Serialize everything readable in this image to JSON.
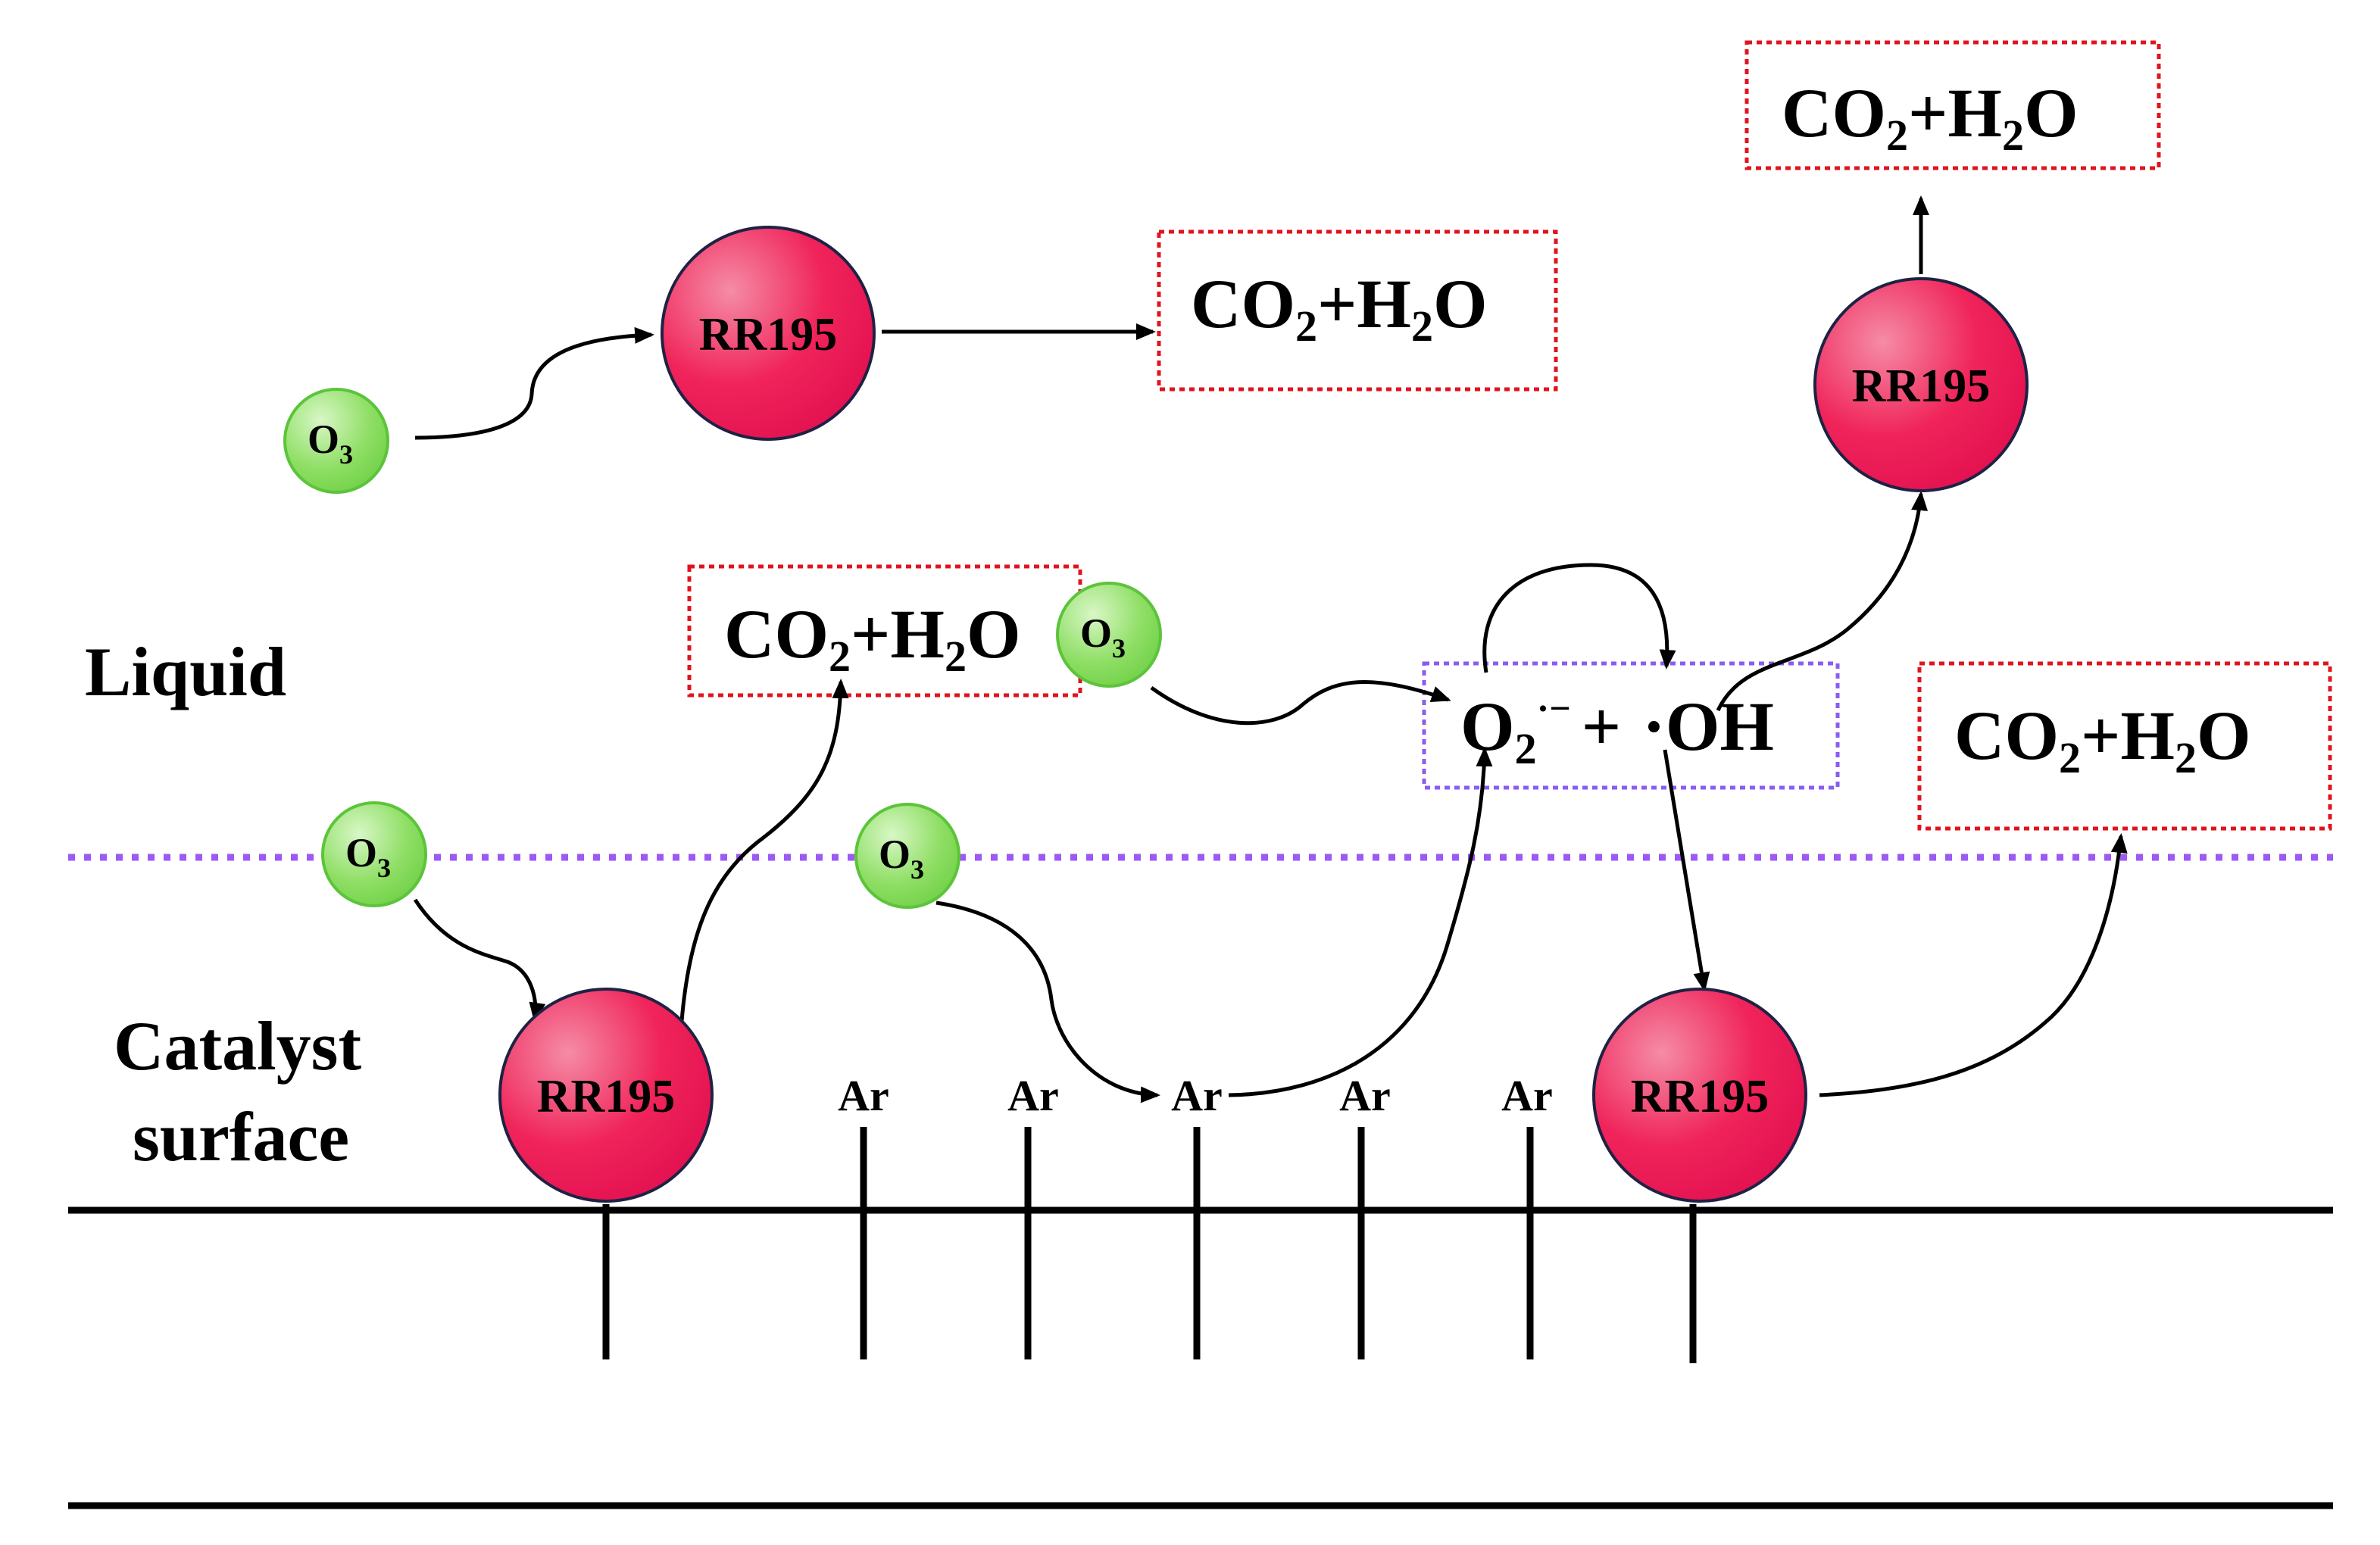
{
  "labels": {
    "liquid": "Liquid",
    "catalyst_line1": "Catalyst",
    "catalyst_line2": "surface"
  },
  "product": {
    "co": "CO",
    "sub2": "2",
    "plus": "+H",
    "o": "O"
  },
  "molecules": {
    "rr195": "RR195",
    "o3_base": "O",
    "o3_sub": "3",
    "ar": "Ar"
  },
  "radicals": {
    "o": "O",
    "sub2": "2",
    "charge": "·−",
    "plus": "+",
    "oh": "·OH"
  },
  "colors": {
    "rr195_fill": "#f0245a",
    "o3_fill": "#8ede64",
    "o3_stroke": "#5cc43a",
    "interface_dots": "#9b59f5",
    "product_box": "#e0141e",
    "radical_box": "#8a5cf0"
  }
}
